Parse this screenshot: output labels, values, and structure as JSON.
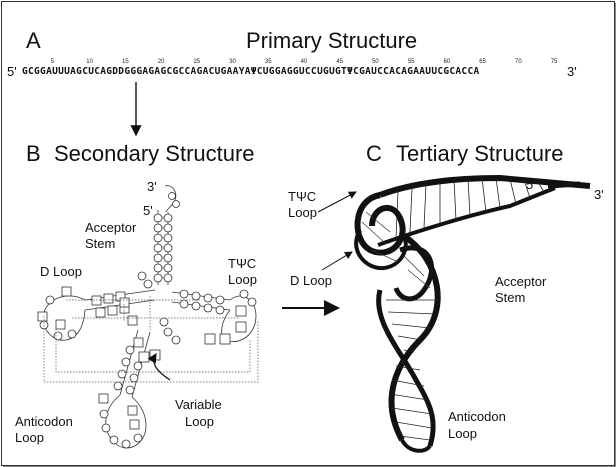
{
  "panel_a": {
    "letter": "A",
    "title": "Primary Structure",
    "prime5": "5'",
    "prime3": "3'",
    "sequence": "GCGGAUUUAGCUCAGDDGGGAGAGCGCCAGACUGAAYAΨCUGGAGGUCCUGUGTΨCGAUCCACAGAAUUCGCACCA",
    "positions": [
      "5",
      "10",
      "15",
      "20",
      "25",
      "30",
      "35",
      "40",
      "45",
      "50",
      "55",
      "60",
      "65",
      "70",
      "75"
    ]
  },
  "panel_b": {
    "letter": "B",
    "title": "Secondary Structure",
    "labels": {
      "acceptor_stem": [
        "Acceptor",
        "Stem"
      ],
      "d_loop": "D Loop",
      "tpsic_loop": [
        "TΨC",
        "Loop"
      ],
      "anticodon_loop": [
        "Anticodon",
        "Loop"
      ],
      "variable_loop": [
        "Variable",
        "Loop"
      ],
      "end3": "3'",
      "end5": "5'"
    }
  },
  "panel_c": {
    "letter": "C",
    "title": "Tertiary Structure",
    "labels": {
      "tpsic_loop": [
        "TΨC",
        "Loop"
      ],
      "d_loop": "D Loop",
      "acceptor_stem": [
        "Acceptor",
        "Stem"
      ],
      "anticodon_loop": [
        "Anticodon",
        "Loop"
      ],
      "end5": "5'",
      "end3": "3'"
    }
  }
}
